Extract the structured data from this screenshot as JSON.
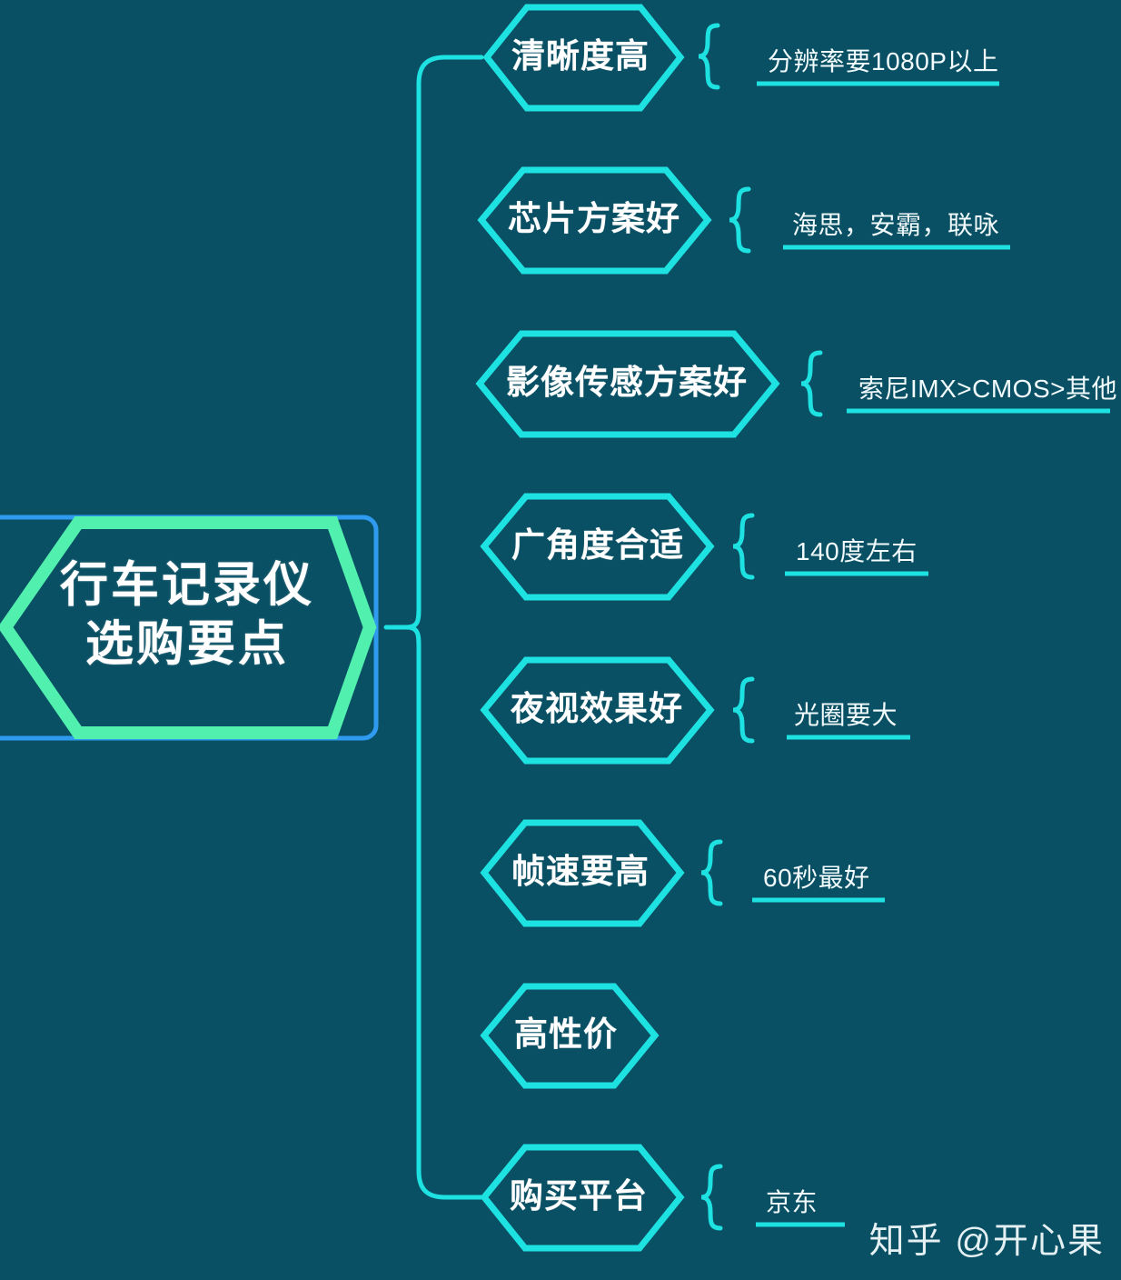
{
  "theme": {
    "background": "#0a5064",
    "accent_cyan": "#1ee2e2",
    "accent_green": "#52f0ae",
    "accent_blue": "#2e9bf0",
    "text_white": "#ffffff"
  },
  "center": {
    "label": "行车记录仪\n选购要点",
    "line1": "行车记录仪",
    "line2": "选购要点"
  },
  "branches": [
    {
      "title": "清晰度高",
      "detail": "分辨率要1080P以上"
    },
    {
      "title": "芯片方案好",
      "detail": "海思，安霸，联咏"
    },
    {
      "title": "影像传感方案好",
      "detail": "索尼IMX>CMOS>其他"
    },
    {
      "title": "广角度合适",
      "detail": "140度左右"
    },
    {
      "title": "夜视效果好",
      "detail": "光圈要大"
    },
    {
      "title": "帧速要高",
      "detail": "60秒最好"
    },
    {
      "title": "高性价",
      "detail": ""
    },
    {
      "title": "购买平台",
      "detail": "京东"
    }
  ],
  "watermark": {
    "text": "知乎 @开心果"
  }
}
